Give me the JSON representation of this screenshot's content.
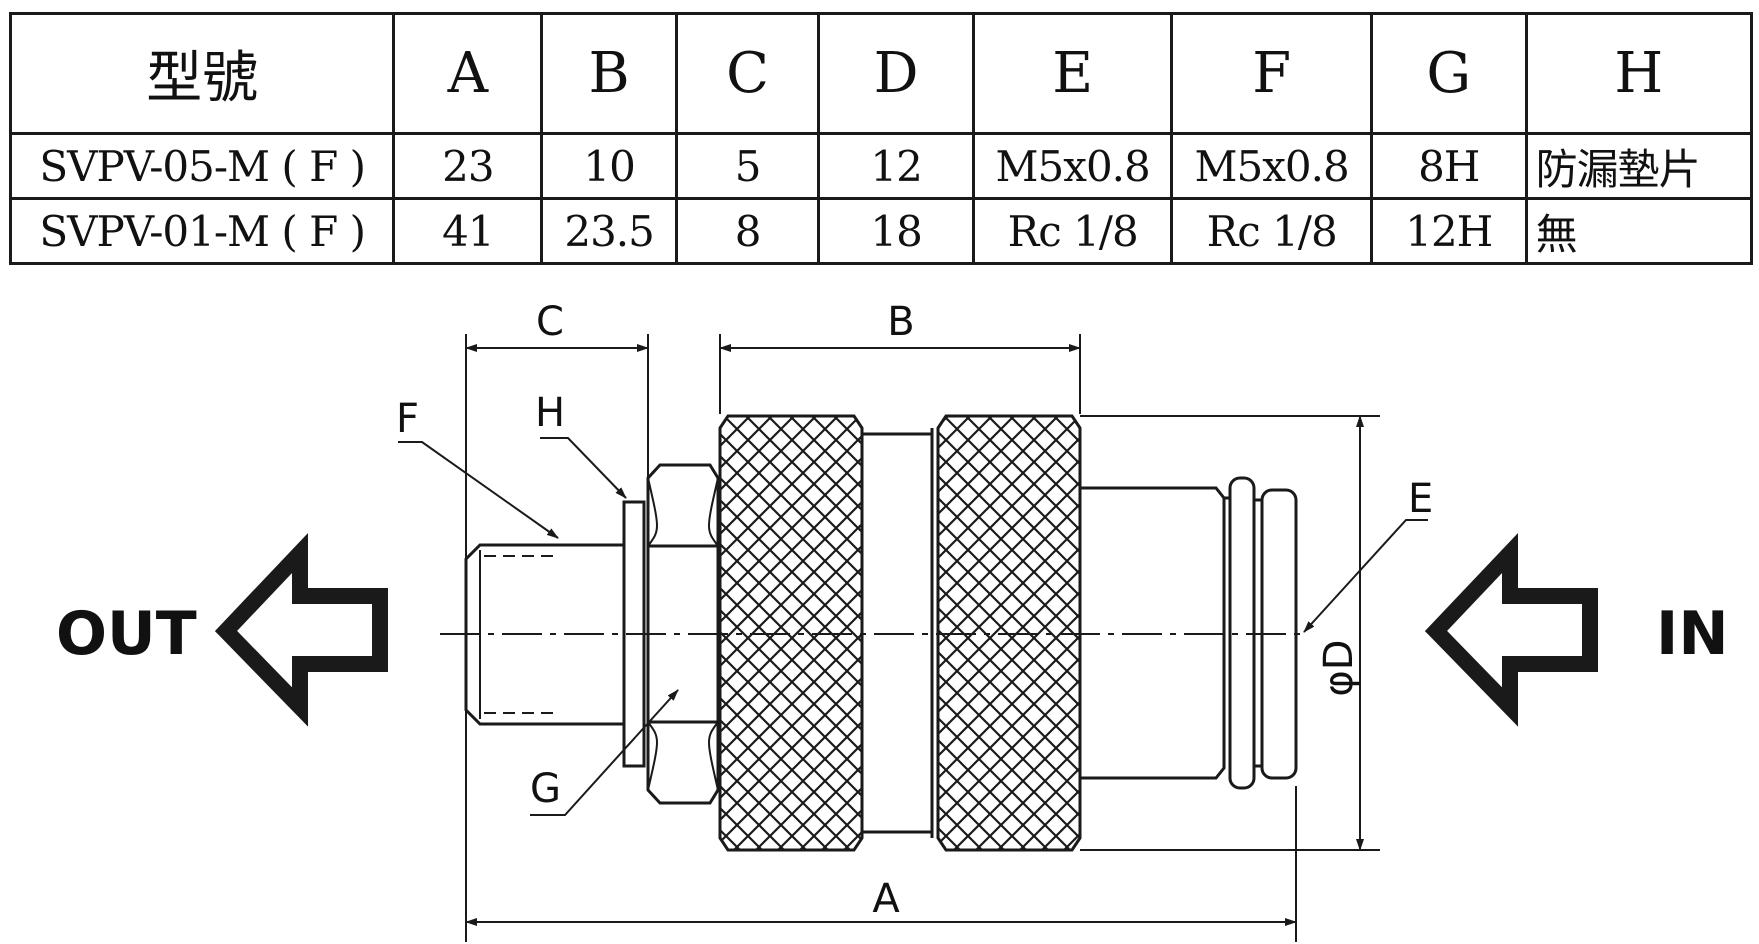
{
  "table": {
    "columns": [
      "型號",
      "A",
      "B",
      "C",
      "D",
      "E",
      "F",
      "G",
      "H"
    ],
    "rows": [
      [
        "SVPV-05-M ( F )",
        "23",
        "10",
        "5",
        "12",
        "M5x0.8",
        "M5x0.8",
        "8H",
        "防漏墊片"
      ],
      [
        "SVPV-01-M ( F )",
        "41",
        "23.5",
        "8",
        "18",
        "Rc 1/8",
        "Rc 1/8",
        "12H",
        "無"
      ]
    ]
  },
  "drawing": {
    "labels": {
      "A": "A",
      "B": "B",
      "C": "C",
      "D": "φD",
      "E": "E",
      "F": "F",
      "G": "G",
      "H": "H"
    },
    "flow": {
      "outlet": "OUT",
      "inlet": "IN"
    },
    "colors": {
      "line": "#1a1a1a",
      "background": "#ffffff"
    }
  }
}
